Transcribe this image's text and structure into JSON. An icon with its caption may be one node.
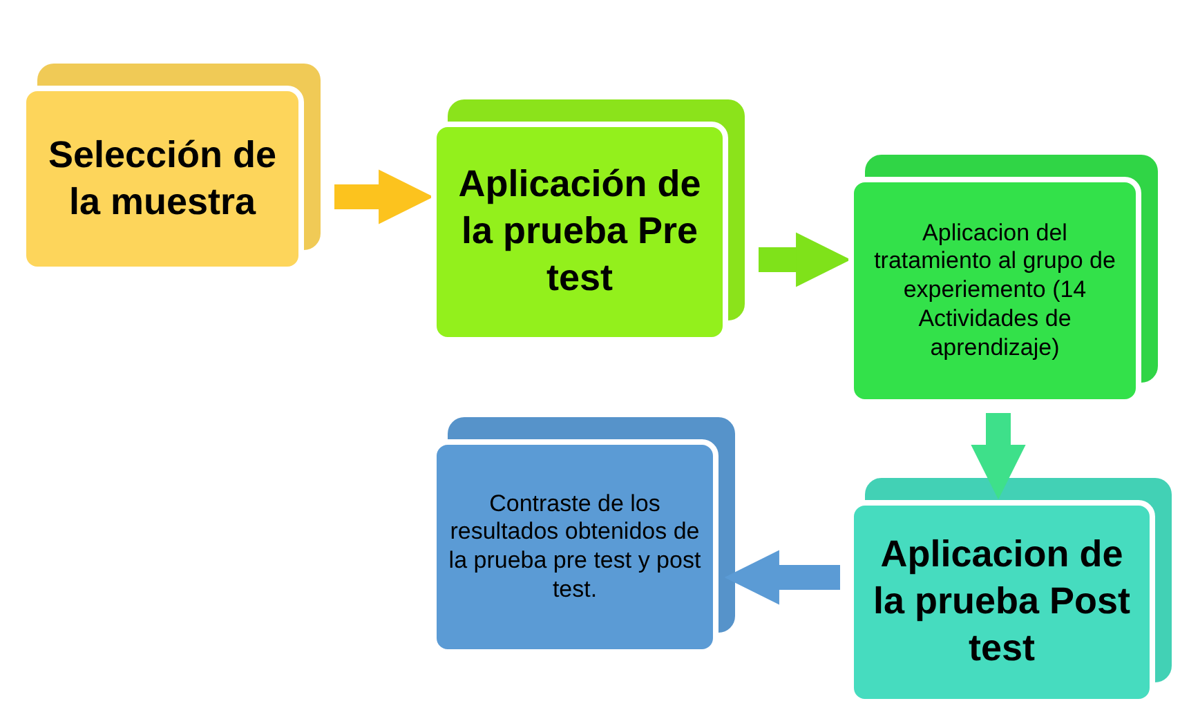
{
  "diagram": {
    "nodes": [
      {
        "text": [
          "Selección de la muestra"
        ]
      },
      {
        "text": [
          "Aplicación de la prueba Pre test"
        ]
      },
      {
        "text": [
          "Aplicacion del tratamiento al grupo de experiemento (14 Actividades de aprendizaje)"
        ]
      },
      {
        "text": [
          "Aplicacion de la prueba Post test"
        ]
      },
      {
        "text": [
          "Contraste de los resultados obtenidos de la prueba pre test y post test."
        ]
      }
    ],
    "edges": [
      {
        "from": 0,
        "to": 1,
        "arrow": "to",
        "color": "#fcc31e"
      },
      {
        "from": 1,
        "to": 2,
        "arrow": "to",
        "color": "#7fe21a"
      },
      {
        "from": 2,
        "to": 3,
        "arrow": "to",
        "color": "#3ee08a"
      },
      {
        "from": 3,
        "to": 4,
        "arrow": "to",
        "color": "#5b9bd5"
      }
    ]
  }
}
